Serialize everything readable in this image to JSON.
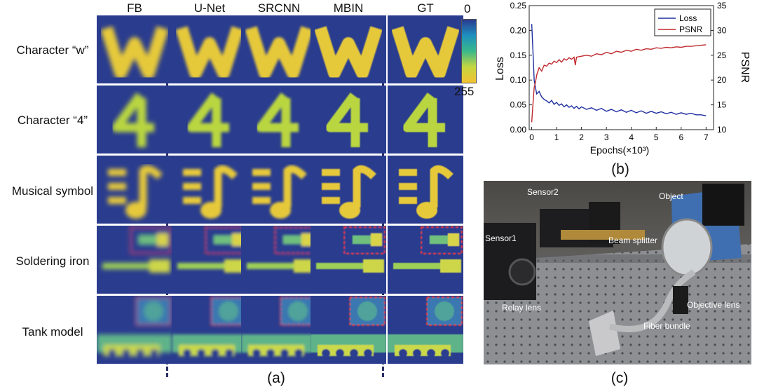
{
  "panel_a": {
    "column_headers": [
      "FB",
      "U-Net",
      "SRCNN",
      "MBIN",
      "GT"
    ],
    "row_labels": [
      "Character “w”",
      "Character “4”",
      "Musical symbol",
      "Soldering iron",
      "Tank model"
    ],
    "colorbar": {
      "min_label": "0",
      "max_label": "255",
      "colors": [
        "#2b3a8f",
        "#1d8fbf",
        "#39b88a",
        "#c5d640",
        "#f2c230"
      ]
    },
    "sublabel": "(a)"
  },
  "chart_data": {
    "type": "line",
    "xlabel": "Epochs(×10³)",
    "ylabel": "Loss",
    "y2label": "PSNR",
    "xlim": [
      -0.1,
      7.3
    ],
    "ylim": [
      0,
      0.25
    ],
    "y2lim": [
      10,
      35
    ],
    "xticks": [
      "0",
      "1",
      "2",
      "3",
      "4",
      "5",
      "6",
      "7"
    ],
    "yticks": [
      "0.00",
      "0.05",
      "0.10",
      "0.15",
      "0.20",
      "0.25"
    ],
    "y2ticks": [
      "10",
      "15",
      "20",
      "25",
      "30",
      "35"
    ],
    "legend_position": "top-right",
    "series": [
      {
        "name": "Loss",
        "axis": "left",
        "color": "#1f2fa0",
        "x": [
          0,
          0.05,
          0.1,
          0.15,
          0.2,
          0.3,
          0.4,
          0.5,
          0.6,
          0.7,
          0.8,
          0.9,
          1.0,
          1.1,
          1.2,
          1.3,
          1.4,
          1.5,
          1.6,
          1.7,
          1.8,
          1.9,
          2.0,
          2.2,
          2.4,
          2.6,
          2.8,
          3.0,
          3.2,
          3.4,
          3.6,
          3.8,
          4.0,
          4.2,
          4.4,
          4.6,
          4.8,
          5.0,
          5.2,
          5.4,
          5.6,
          5.8,
          6.0,
          6.2,
          6.4,
          6.6,
          6.8,
          7.0
        ],
        "y": [
          0.213,
          0.16,
          0.1,
          0.085,
          0.072,
          0.077,
          0.066,
          0.061,
          0.058,
          0.054,
          0.059,
          0.051,
          0.055,
          0.049,
          0.052,
          0.046,
          0.05,
          0.045,
          0.048,
          0.043,
          0.047,
          0.042,
          0.046,
          0.041,
          0.044,
          0.039,
          0.043,
          0.037,
          0.041,
          0.036,
          0.04,
          0.035,
          0.039,
          0.034,
          0.038,
          0.033,
          0.037,
          0.033,
          0.036,
          0.032,
          0.035,
          0.031,
          0.034,
          0.031,
          0.033,
          0.03,
          0.03,
          0.028
        ]
      },
      {
        "name": "PSNR",
        "axis": "right",
        "color": "#c0292e",
        "x": [
          0,
          0.05,
          0.1,
          0.15,
          0.2,
          0.3,
          0.4,
          0.5,
          0.6,
          0.7,
          0.8,
          0.9,
          1.0,
          1.1,
          1.2,
          1.3,
          1.4,
          1.5,
          1.6,
          1.7,
          1.75,
          1.8,
          2.0,
          2.2,
          2.4,
          2.6,
          2.8,
          3.0,
          3.2,
          3.4,
          3.6,
          3.8,
          4.0,
          4.2,
          4.4,
          4.6,
          4.8,
          5.0,
          5.2,
          5.4,
          5.6,
          5.8,
          6.0,
          6.2,
          6.4,
          6.6,
          6.8,
          7.0
        ],
        "y": [
          11.5,
          15,
          18.5,
          19.5,
          21,
          22.5,
          21.8,
          23,
          22.8,
          23.4,
          23.2,
          23.8,
          23.5,
          24.1,
          23.6,
          24.3,
          24.0,
          24.5,
          24.2,
          24.6,
          23.0,
          24.6,
          24.8,
          25.0,
          24.8,
          25.3,
          25.1,
          25.6,
          25.3,
          25.8,
          25.6,
          26.0,
          25.8,
          26.2,
          26.0,
          26.3,
          26.2,
          26.5,
          26.4,
          26.6,
          26.5,
          26.7,
          26.6,
          26.8,
          26.8,
          26.9,
          27.0,
          27.1
        ]
      }
    ],
    "sublabel": "(b)"
  },
  "panel_c": {
    "labels": [
      "Sensor2",
      "Object",
      "Sensor1",
      "Beam splitter",
      "Objective lens",
      "Relay lens",
      "Fiber bundle"
    ],
    "sublabel": "(c)"
  }
}
